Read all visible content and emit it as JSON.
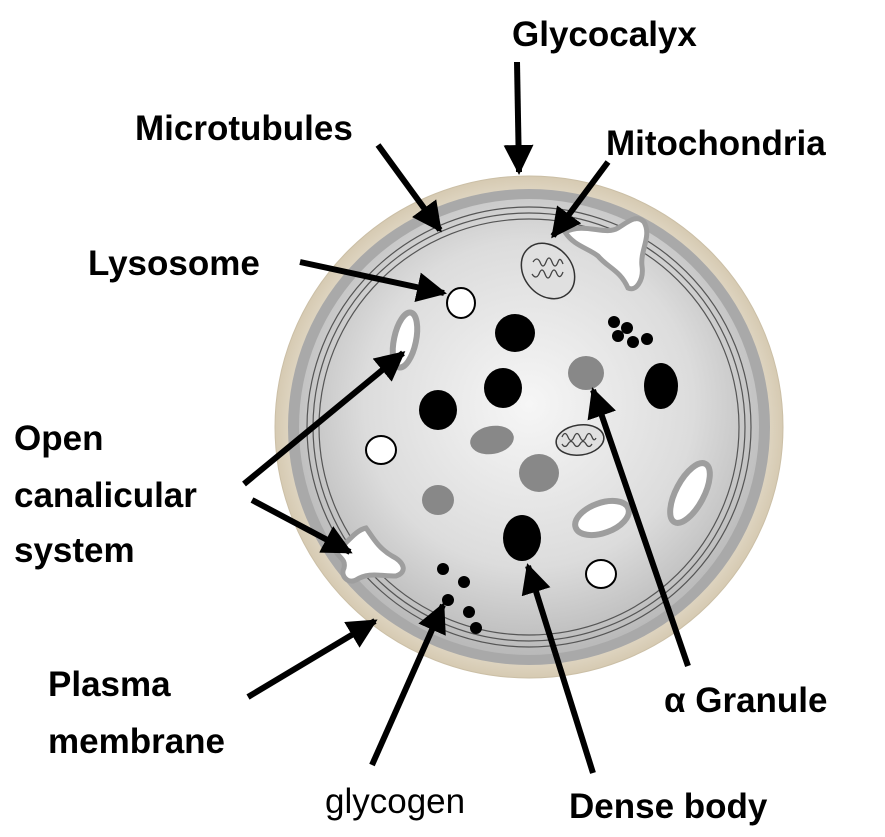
{
  "labels": {
    "glycocalyx": "Glycocalyx",
    "microtubules": "Microtubules",
    "mitochondria": "Mitochondria",
    "lysosome": "Lysosome",
    "ocs_line1": "Open",
    "ocs_line2": "canalicular",
    "ocs_line3": "system",
    "plasma_line1": "Plasma",
    "plasma_line2": "membrane",
    "glycogen": "glycogen",
    "dense_body": "Dense body",
    "alpha_granule": "α Granule"
  },
  "colors": {
    "glycocalyx": "#ddd3c0",
    "membrane": "#a8a8a8",
    "cytoplasm_center": "#f4f4f4",
    "cytoplasm_edge": "#bdbdbd",
    "dense_body": "#000000",
    "alpha_granule": "#8a8a8a",
    "arrow": "#000000"
  }
}
